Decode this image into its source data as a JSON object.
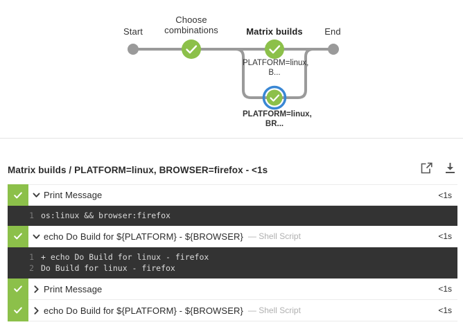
{
  "graph": {
    "stages": [
      {
        "label": "Start",
        "bold": false
      },
      {
        "label": "Choose combinations",
        "bold": false
      },
      {
        "label": "Matrix builds",
        "bold": true
      },
      {
        "label": "End",
        "bold": false
      }
    ],
    "branch_nodes": [
      {
        "label": "PLATFORM=linux, B...",
        "status": "success",
        "selected": false
      },
      {
        "label": "PLATFORM=linux, BR...",
        "status": "success",
        "selected": true
      }
    ],
    "colors": {
      "success": "#8cc04a",
      "selected_ring": "#3a87d4",
      "connector": "#9a9a9a",
      "endpoint_dot": "#9a9a9a"
    }
  },
  "log_header": {
    "title": "Matrix builds / PLATFORM=linux, BROWSER=firefox - <1s",
    "actions": [
      {
        "name": "open-in-new-window",
        "icon": "external-link-icon"
      },
      {
        "name": "download-logs",
        "icon": "download-icon"
      }
    ]
  },
  "steps": [
    {
      "status": "success",
      "expanded": true,
      "title": "Print Message",
      "type": "",
      "duration": "<1s",
      "console": [
        {
          "n": "1",
          "text": "os:linux && browser:firefox"
        }
      ]
    },
    {
      "status": "success",
      "expanded": true,
      "title": "echo Do Build for ${PLATFORM} - ${BROWSER}",
      "type": "— Shell Script",
      "duration": "<1s",
      "console": [
        {
          "n": "1",
          "text": "+ echo Do Build for linux - firefox"
        },
        {
          "n": "2",
          "text": "Do Build for linux - firefox"
        }
      ]
    },
    {
      "status": "success",
      "expanded": false,
      "title": "Print Message",
      "type": "",
      "duration": "<1s",
      "console": []
    },
    {
      "status": "success",
      "expanded": false,
      "title": "echo Do Build for ${PLATFORM} - ${BROWSER}",
      "type": "— Shell Script",
      "duration": "<1s",
      "console": []
    }
  ]
}
